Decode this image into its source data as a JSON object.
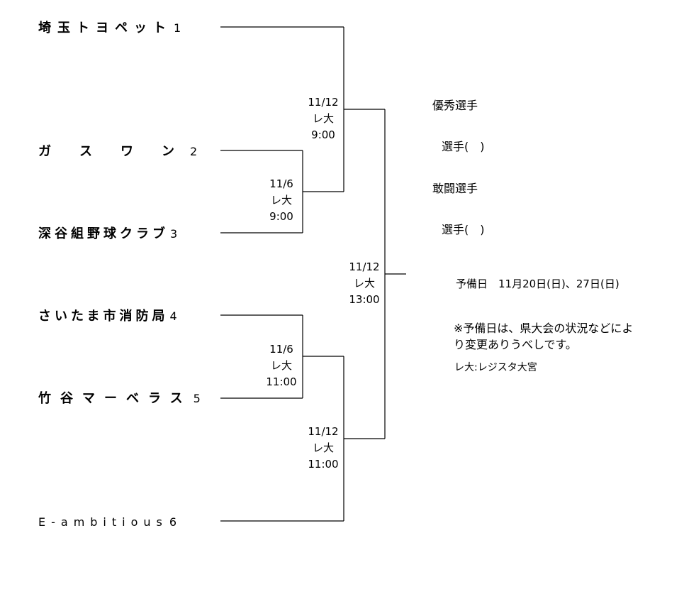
{
  "teams": [
    {
      "name": "埼玉トヨペット",
      "seed": "1"
    },
    {
      "name": "ガスワン",
      "seed": "2"
    },
    {
      "name": "深谷組野球クラブ",
      "seed": "3"
    },
    {
      "name": "さいたま市消防局",
      "seed": "4"
    },
    {
      "name": "竹谷マーベラス",
      "seed": "5"
    },
    {
      "name": "E-ambitious",
      "seed": "6"
    }
  ],
  "matches": {
    "r1_top": {
      "date": "11/6",
      "venue": "レ大",
      "time": "9:00"
    },
    "r1_bottom": {
      "date": "11/6",
      "venue": "レ大",
      "time": "11:00"
    },
    "sf_top": {
      "date": "11/12",
      "venue": "レ大",
      "time": "9:00"
    },
    "sf_bottom": {
      "date": "11/12",
      "venue": "レ大",
      "time": "11:00"
    },
    "final": {
      "date": "11/12",
      "venue": "レ大",
      "time": "13:00"
    }
  },
  "awards": {
    "mvp_label": "優秀選手",
    "mvp_value": "選手(　)",
    "fighting_label": "敢闘選手",
    "fighting_value": "選手(　)"
  },
  "notes": {
    "reserve_day": "予備日　11月20日(日)、27日(日)",
    "reserve_note_line1": "※予備日は、県大会の状況などによ",
    "reserve_note_line2": "り変更ありうべしです。",
    "venue_key": "レ大:レジスタ大宮"
  }
}
